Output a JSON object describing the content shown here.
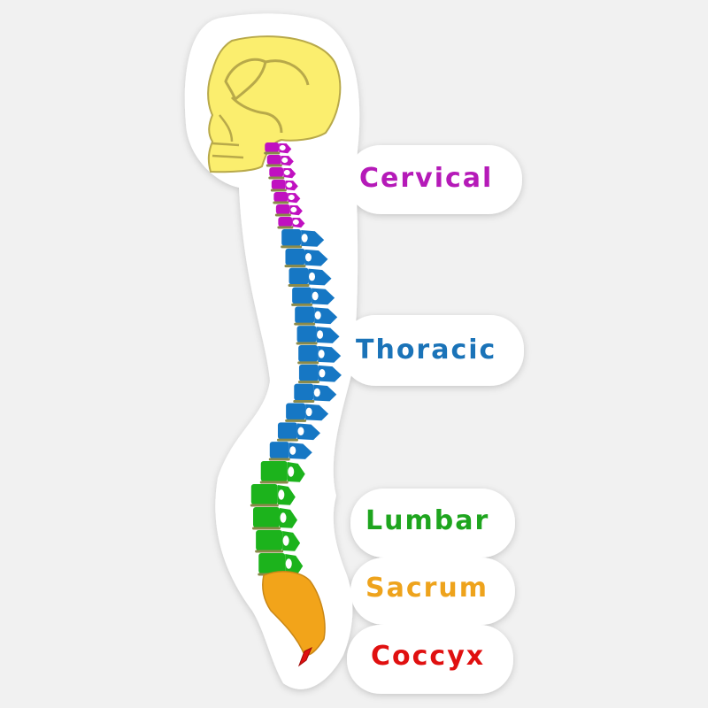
{
  "colors": {
    "background": "#f1f1f1",
    "sticker": "#ffffff",
    "skull": "#fbee6e",
    "skull_outline": "#b8a94a",
    "disc": "#8a8a4a",
    "cervical": "#c010c0",
    "thoracic": "#1677c4",
    "lumbar": "#1cb31c",
    "sacrum": "#f2a41a",
    "coccyx": "#e01010"
  },
  "regions": [
    {
      "id": "cervical",
      "label": "Cervical",
      "color": "#b51ab8"
    },
    {
      "id": "thoracic",
      "label": "Thoracic",
      "color": "#1a73b8"
    },
    {
      "id": "lumbar",
      "label": "Lumbar",
      "color": "#1ea51e"
    },
    {
      "id": "sacrum",
      "label": "Sacrum",
      "color": "#eea31c"
    },
    {
      "id": "coccyx",
      "label": "Coccyx",
      "color": "#e01010"
    }
  ]
}
